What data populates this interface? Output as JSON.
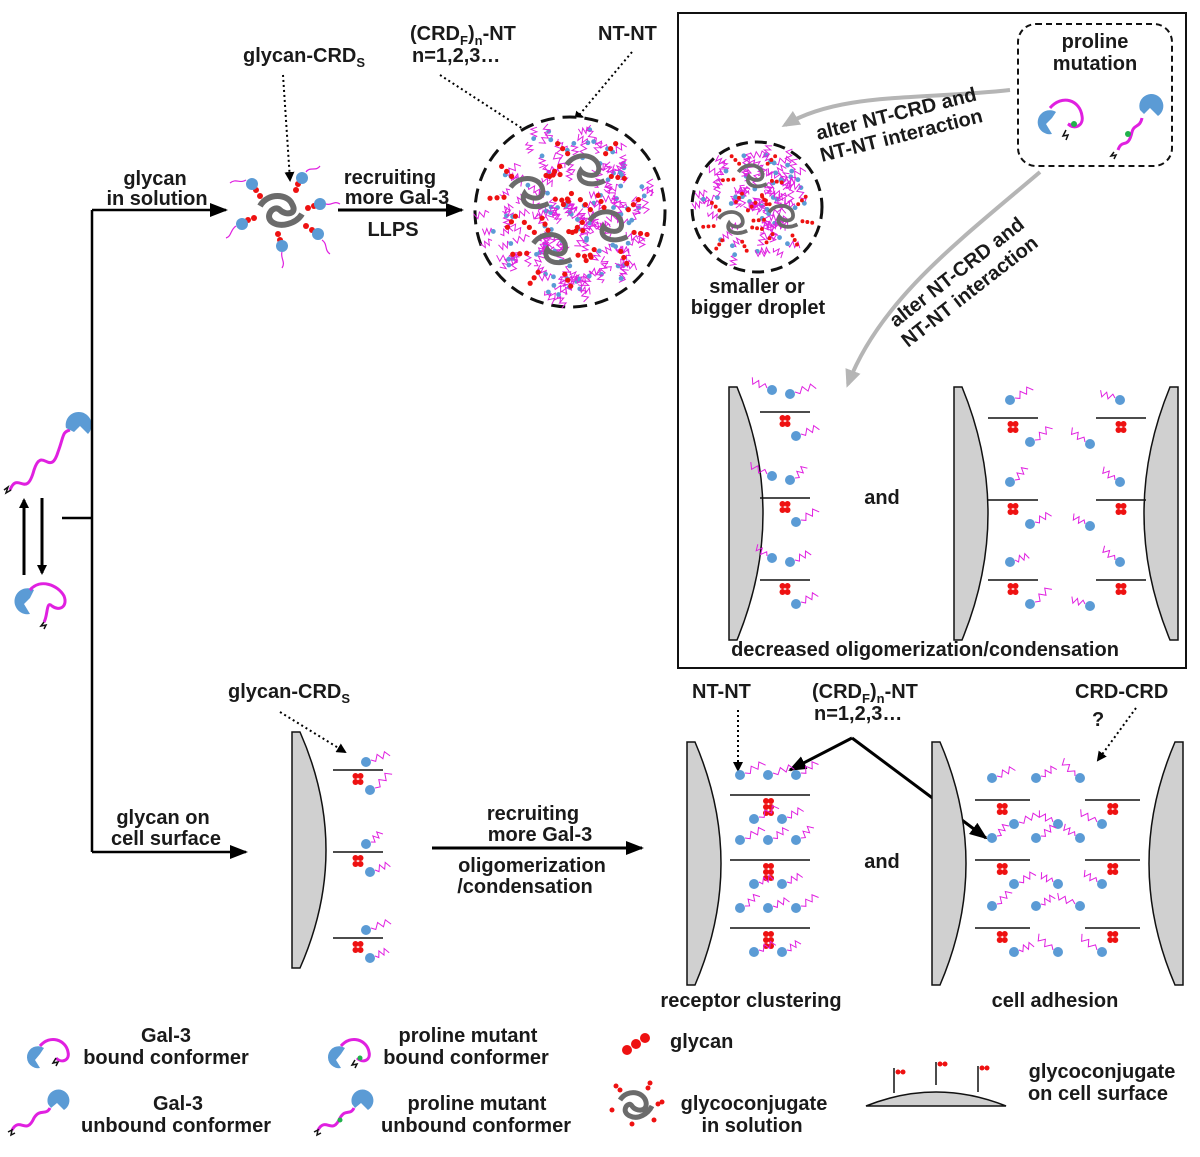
{
  "top_branch": {
    "label_line1": "glycan",
    "label_line2": "in solution",
    "glycan_crd_label": "glycan-CRD",
    "glycan_crd_sub": "S",
    "crdf_label_pre": "(CRD",
    "crdf_sub_f": "F",
    "crdf_paren": ")",
    "crdf_sub_n": "n",
    "crdf_label_post": "-NT",
    "n_values": "n=1,2,3…",
    "ntnt_label": "NT-NT",
    "recruit_line1": "recruiting",
    "recruit_line2": "more Gal-3",
    "llps": "LLPS"
  },
  "mutation_panel": {
    "proline_line1": "proline",
    "proline_line2": "mutation",
    "alter1_line1": "alter NT-CRD and",
    "alter1_line2": "NT-NT interaction",
    "alter2_line1": "alter NT-CRD and",
    "alter2_line2": "NT-NT interaction",
    "droplet_line1": "smaller or",
    "droplet_line2": "bigger droplet",
    "and": "and",
    "decreased": "decreased oligomerization/condensation"
  },
  "bottom_branch": {
    "label_line1": "glycan on",
    "label_line2": "cell surface",
    "glycan_crd_label": "glycan-CRD",
    "glycan_crd_sub": "S",
    "recruit_line1": "recruiting",
    "recruit_line2": "more Gal-3",
    "oligo_line1": "oligomerization",
    "oligo_line2": "/condensation",
    "ntnt_label": "NT-NT",
    "crdf_label_pre": "(CRD",
    "crdf_sub_f": "F",
    "crdf_paren": ")",
    "crdf_sub_n": "n",
    "crdf_label_post": "-NT",
    "n_values": "n=1,2,3…",
    "crdcrd_label": "CRD-CRD",
    "question": "?",
    "and": "and",
    "receptor_clustering": "receptor clustering",
    "cell_adhesion": "cell adhesion"
  },
  "legend": {
    "bound_line1": "Gal-3",
    "bound_line2": "bound conformer",
    "unbound_line1": "Gal-3",
    "unbound_line2": "unbound conformer",
    "pm_bound_line1": "proline mutant",
    "pm_bound_line2": "bound conformer",
    "pm_unbound_line1": "proline mutant",
    "pm_unbound_line2": "unbound conformer",
    "glycan": "glycan",
    "gc_sol_line1": "glycoconjugate",
    "gc_sol_line2": "in solution",
    "gc_cell_line1": "glycoconjugate",
    "gc_cell_line2": "on cell surface"
  },
  "colors": {
    "crd_blue": "#5b9bd5",
    "nt_magenta": "#e020e0",
    "glycan_red": "#ee1111",
    "glycoconj_gray": "#6b6b6b",
    "cell_gray": "#d0d0d0",
    "arrow_gray": "#b5b5b5",
    "mutation_green": "#22b14c"
  }
}
